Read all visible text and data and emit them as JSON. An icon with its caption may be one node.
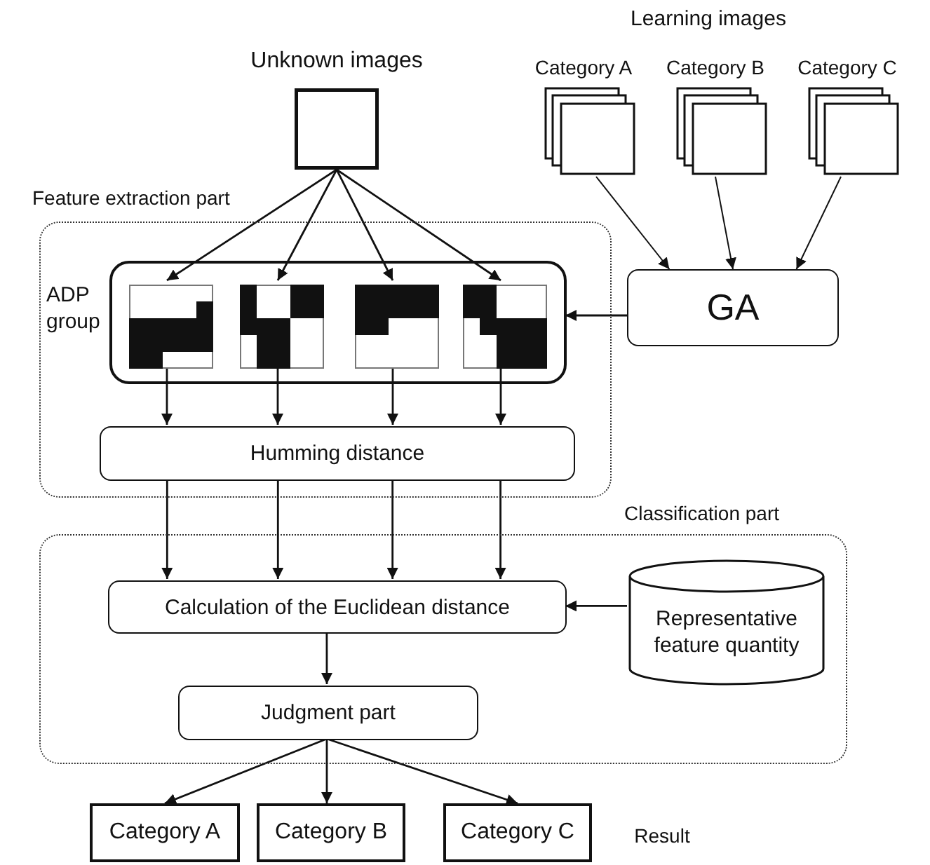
{
  "diagram": {
    "nodes": [
      {
        "text": [
          "Unknown images"
        ]
      },
      {
        "text": [
          "Category A"
        ]
      },
      {
        "text": [
          "Category B"
        ]
      },
      {
        "text": [
          "Category C"
        ]
      },
      {
        "text": [
          "Feature extraction part"
        ]
      },
      {
        "text": [
          "ADP group"
        ],
        "in": 4
      },
      {
        "text": [],
        "shape": "picture",
        "in": 5
      },
      {
        "text": [],
        "shape": "picture",
        "in": 5
      },
      {
        "text": [],
        "shape": "picture",
        "in": 5
      },
      {
        "text": [],
        "shape": "picture",
        "in": 5
      },
      {
        "text": [
          "GA"
        ]
      },
      {
        "text": [
          "Humming distance"
        ],
        "in": 4
      },
      {
        "text": [
          "Classification part"
        ]
      },
      {
        "text": [
          "Calculation of the Euclidean distance"
        ],
        "in": 12
      },
      {
        "text": [
          "Representative feature quantity"
        ],
        "in": 12
      },
      {
        "text": [
          "Judgment part"
        ],
        "in": 12
      },
      {
        "text": [
          "Category A"
        ]
      },
      {
        "text": [
          "Category B"
        ]
      },
      {
        "text": [
          "Category C"
        ]
      }
    ],
    "edges": [
      {
        "from": 0,
        "to": 6,
        "arrow": "to"
      },
      {
        "from": 0,
        "to": 7,
        "arrow": "to"
      },
      {
        "from": 0,
        "to": 8,
        "arrow": "to"
      },
      {
        "from": 0,
        "to": 9,
        "arrow": "to"
      },
      {
        "from": 1,
        "to": 10,
        "arrow": "to"
      },
      {
        "from": 2,
        "to": 10,
        "arrow": "to"
      },
      {
        "from": 3,
        "to": 10,
        "arrow": "to"
      },
      {
        "from": 10,
        "to": 5,
        "arrow": "to"
      },
      {
        "from": 6,
        "to": 11,
        "arrow": "to"
      },
      {
        "from": 7,
        "to": 11,
        "arrow": "to"
      },
      {
        "from": 8,
        "to": 11,
        "arrow": "to"
      },
      {
        "from": 9,
        "to": 11,
        "arrow": "to"
      },
      {
        "from": 11,
        "to": 13,
        "arrow": "to"
      },
      {
        "from": 11,
        "to": 13,
        "arrow": "to"
      },
      {
        "from": 11,
        "to": 13,
        "arrow": "to"
      },
      {
        "from": 11,
        "to": 13,
        "arrow": "to"
      },
      {
        "from": 14,
        "to": 13,
        "arrow": "to"
      },
      {
        "from": 13,
        "to": 15,
        "arrow": "to"
      },
      {
        "from": 15,
        "to": 16,
        "arrow": "to"
      },
      {
        "from": 15,
        "to": 17,
        "arrow": "to"
      },
      {
        "from": 15,
        "to": 18,
        "arrow": "to"
      }
    ],
    "labels": [
      "Learning images",
      "Result"
    ]
  }
}
